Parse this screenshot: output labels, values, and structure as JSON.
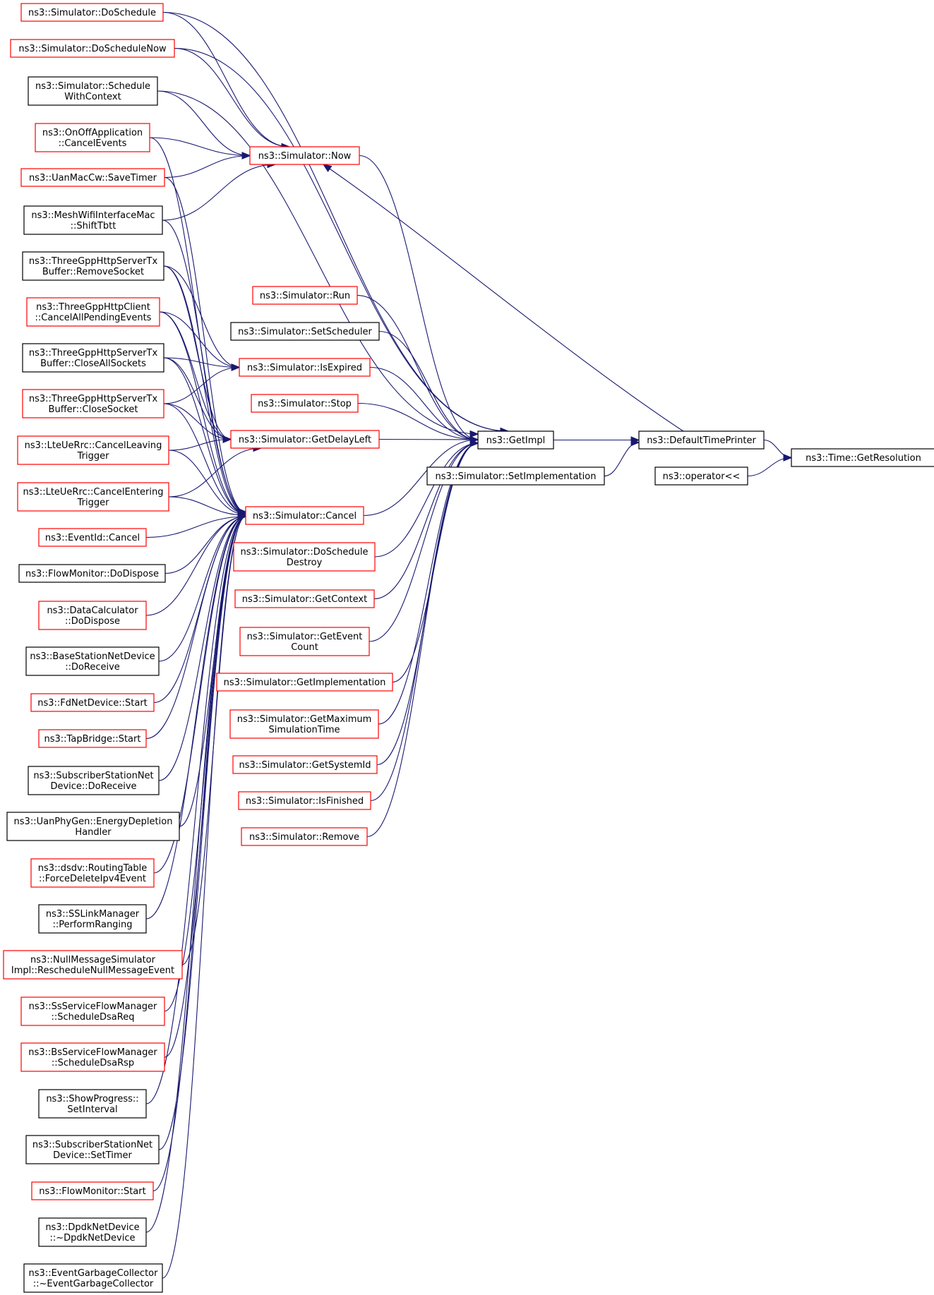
{
  "colors": {
    "edge": "#191970",
    "clickable_border": "#ff0000",
    "plain_border": "#000000",
    "root_fill": "#bfbfbf"
  },
  "nodes": {
    "root": {
      "lines": [
        "ns3::Time::GetResolution"
      ],
      "style": "root"
    },
    "defaulttimeprinter": {
      "lines": [
        "ns3::DefaultTimePrinter"
      ],
      "style": "plain"
    },
    "operatorlt": {
      "lines": [
        "ns3::operator<<"
      ],
      "style": "plain"
    },
    "getimpl": {
      "lines": [
        "ns3::GetImpl"
      ],
      "style": "plain"
    },
    "setimplementation": {
      "lines": [
        "ns3::Simulator::SetImplementation"
      ],
      "style": "plain"
    },
    "now": {
      "lines": [
        "ns3::Simulator::Now"
      ],
      "style": "link"
    },
    "run": {
      "lines": [
        "ns3::Simulator::Run"
      ],
      "style": "link"
    },
    "setscheduler": {
      "lines": [
        "ns3::Simulator::SetScheduler"
      ],
      "style": "plain"
    },
    "isexpired": {
      "lines": [
        "ns3::Simulator::IsExpired"
      ],
      "style": "link"
    },
    "stop": {
      "lines": [
        "ns3::Simulator::Stop"
      ],
      "style": "link"
    },
    "getdelayleft": {
      "lines": [
        "ns3::Simulator::GetDelayLeft"
      ],
      "style": "link"
    },
    "cancel": {
      "lines": [
        "ns3::Simulator::Cancel"
      ],
      "style": "link"
    },
    "doscheduledestroy": {
      "lines": [
        "ns3::Simulator::DoSchedule",
        "Destroy"
      ],
      "style": "link"
    },
    "getcontext": {
      "lines": [
        "ns3::Simulator::GetContext"
      ],
      "style": "link"
    },
    "geteventcount": {
      "lines": [
        "ns3::Simulator::GetEvent",
        "Count"
      ],
      "style": "link"
    },
    "getimplementation": {
      "lines": [
        "ns3::Simulator::GetImplementation"
      ],
      "style": "link"
    },
    "getmaxsimtime": {
      "lines": [
        "ns3::Simulator::GetMaximum",
        "SimulationTime"
      ],
      "style": "link"
    },
    "getsystemid": {
      "lines": [
        "ns3::Simulator::GetSystemId"
      ],
      "style": "link"
    },
    "isfinished": {
      "lines": [
        "ns3::Simulator::IsFinished"
      ],
      "style": "link"
    },
    "remove": {
      "lines": [
        "ns3::Simulator::Remove"
      ],
      "style": "link"
    },
    "doschedule": {
      "lines": [
        "ns3::Simulator::DoSchedule"
      ],
      "style": "link"
    },
    "doschedulenow": {
      "lines": [
        "ns3::Simulator::DoScheduleNow"
      ],
      "style": "link"
    },
    "schedulewithcontext": {
      "lines": [
        "ns3::Simulator::Schedule",
        "WithContext"
      ],
      "style": "plain"
    },
    "onoffcancelevents": {
      "lines": [
        "ns3::OnOffApplication",
        "::CancelEvents"
      ],
      "style": "link"
    },
    "uanmaccwsavetimer": {
      "lines": [
        "ns3::UanMacCw::SaveTimer"
      ],
      "style": "link"
    },
    "meshshifttbtt": {
      "lines": [
        "ns3::MeshWifiInterfaceMac",
        "::ShiftTbtt"
      ],
      "style": "plain"
    },
    "httpremovesocket": {
      "lines": [
        "ns3::ThreeGppHttpServerTx",
        "Buffer::RemoveSocket"
      ],
      "style": "plain"
    },
    "httpcancelallpending": {
      "lines": [
        "ns3::ThreeGppHttpClient",
        "::CancelAllPendingEvents"
      ],
      "style": "link"
    },
    "httpcloseallsockets": {
      "lines": [
        "ns3::ThreeGppHttpServerTx",
        "Buffer::CloseAllSockets"
      ],
      "style": "plain"
    },
    "httpclosesocket": {
      "lines": [
        "ns3::ThreeGppHttpServerTx",
        "Buffer::CloseSocket"
      ],
      "style": "link"
    },
    "ltecancelleaving": {
      "lines": [
        "ns3::LteUeRrc::CancelLeaving",
        "Trigger"
      ],
      "style": "link"
    },
    "ltecancelentering": {
      "lines": [
        "ns3::LteUeRrc::CancelEntering",
        "Trigger"
      ],
      "style": "link"
    },
    "eventidcancel": {
      "lines": [
        "ns3::EventId::Cancel"
      ],
      "style": "link"
    },
    "flowmonitordodispose": {
      "lines": [
        "ns3::FlowMonitor::DoDispose"
      ],
      "style": "plain"
    },
    "datacalcdodispose": {
      "lines": [
        "ns3::DataCalculator",
        "::DoDispose"
      ],
      "style": "link"
    },
    "bsnetdevdoreceive": {
      "lines": [
        "ns3::BaseStationNetDevice",
        "::DoReceive"
      ],
      "style": "plain"
    },
    "fdnetdevstart": {
      "lines": [
        "ns3::FdNetDevice::Start"
      ],
      "style": "link"
    },
    "tapbridgestart": {
      "lines": [
        "ns3::TapBridge::Start"
      ],
      "style": "link"
    },
    "ssnetdevdoreceive": {
      "lines": [
        "ns3::SubscriberStationNet",
        "Device::DoReceive"
      ],
      "style": "plain"
    },
    "uanenergydepletion": {
      "lines": [
        "ns3::UanPhyGen::EnergyDepletion",
        "Handler"
      ],
      "style": "plain"
    },
    "dsdvforcedelete": {
      "lines": [
        "ns3::dsdv::RoutingTable",
        "::ForceDeleteIpv4Event"
      ],
      "style": "link"
    },
    "sslinkranging": {
      "lines": [
        "ns3::SSLinkManager",
        "::PerformRanging"
      ],
      "style": "plain"
    },
    "nullmsgreschedule": {
      "lines": [
        "ns3::NullMessageSimulator",
        "Impl::RescheduleNullMessageEvent"
      ],
      "style": "link"
    },
    "ssflowdsareq": {
      "lines": [
        "ns3::SsServiceFlowManager",
        "::ScheduleDsaReq"
      ],
      "style": "link"
    },
    "bsflowdsarsp": {
      "lines": [
        "ns3::BsServiceFlowManager",
        "::ScheduleDsaRsp"
      ],
      "style": "link"
    },
    "showprogressinterval": {
      "lines": [
        "ns3::ShowProgress::",
        "SetInterval"
      ],
      "style": "plain"
    },
    "ssnetdevsettimer": {
      "lines": [
        "ns3::SubscriberStationNet",
        "Device::SetTimer"
      ],
      "style": "plain"
    },
    "flowmonitorstart": {
      "lines": [
        "ns3::FlowMonitor::Start"
      ],
      "style": "link"
    },
    "dpdkdestructor": {
      "lines": [
        "ns3::DpdkNetDevice",
        "::~DpdkNetDevice"
      ],
      "style": "plain"
    },
    "gcdestructor": {
      "lines": [
        "ns3::EventGarbageCollector",
        "::~EventGarbageCollector"
      ],
      "style": "plain"
    }
  }
}
